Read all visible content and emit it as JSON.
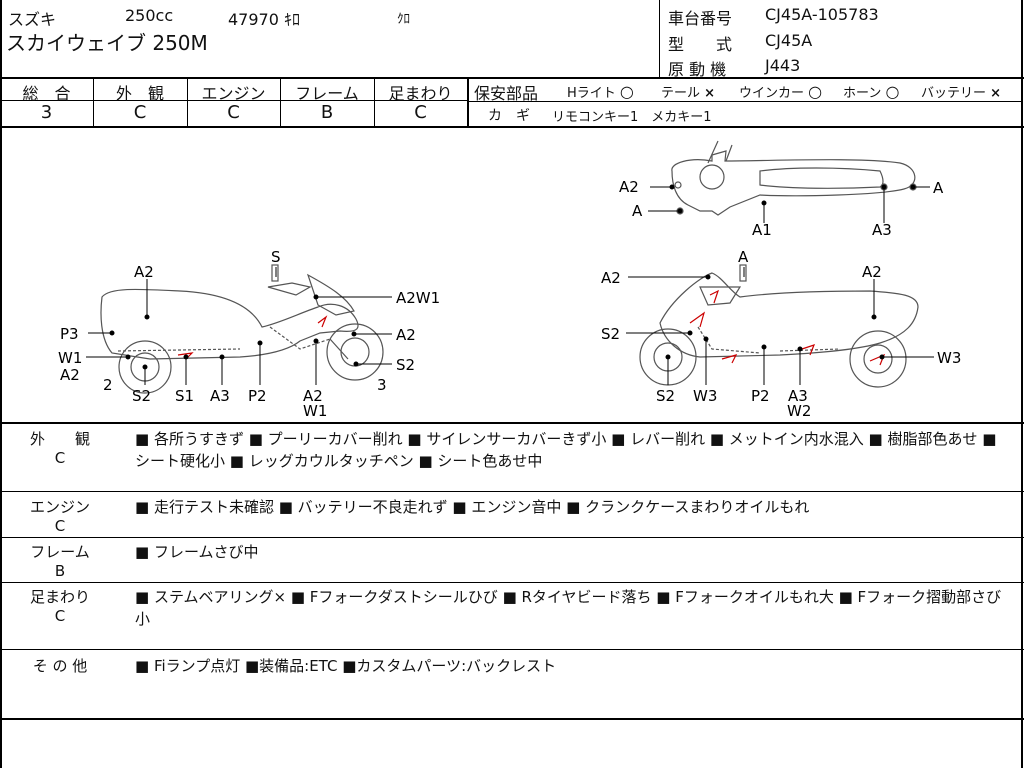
{
  "header": {
    "maker": "スズキ",
    "displacement": "250cc",
    "mileage": "47970 ｷﾛ",
    "color": "ｸﾛ",
    "model_name": "スカイウェイブ 250M",
    "frame_label": "車台番号",
    "frame_value": "CJ45A-105783",
    "type_label": "型　　式",
    "type_value": "CJ45A",
    "engine_label": "原 動 機",
    "engine_value": "J443"
  },
  "grades": {
    "headers": [
      "総　合",
      "外　観",
      "エンジン",
      "フレーム",
      "足まわり"
    ],
    "values": [
      "3",
      "C",
      "C",
      "B",
      "C"
    ]
  },
  "safety": {
    "label": "保安部品",
    "items": [
      {
        "name": "Hライト",
        "mark": "○"
      },
      {
        "name": "テール",
        "mark": "×"
      },
      {
        "name": "ウインカー",
        "mark": "○"
      },
      {
        "name": "ホーン",
        "mark": "○"
      },
      {
        "name": "バッテリー",
        "mark": "×"
      }
    ],
    "key_label": "カ　ギ",
    "key_value": "リモコンキー1　メカキー1"
  },
  "diagram_labels": {
    "top": [
      "A2",
      "A",
      "A1",
      "A3",
      "A"
    ],
    "left": [
      "A2",
      "S",
      "A2W1",
      "P3",
      "A2",
      "W1",
      "A2",
      "S2",
      "2",
      "3",
      "S2",
      "S1",
      "A3",
      "P2",
      "A2",
      "W1"
    ],
    "right": [
      "A",
      "A2",
      "A2",
      "S2",
      "W3",
      "S2",
      "W3",
      "P2",
      "A3",
      "W2"
    ]
  },
  "sections": [
    {
      "title": "外　　観",
      "grade": "C",
      "text": "■ 各所うすきず ■ プーリーカバー削れ ■ サイレンサーカバーきず小 ■ レバー削れ ■ メットイン内水混入 ■ 樹脂部色あせ ■ シート硬化小 ■ レッグカウルタッチペン ■ シート色あせ中"
    },
    {
      "title": "エンジン",
      "grade": "C",
      "text": "■ 走行テスト未確認 ■ バッテリー不良走れず ■ エンジン音中 ■ クランクケースまわりオイルもれ"
    },
    {
      "title": "フレーム",
      "grade": "B",
      "text": "■ フレームさび中"
    },
    {
      "title": "足まわり",
      "grade": "C",
      "text": "■ ステムベアリング× ■ Fフォークダストシールひび ■ Rタイヤビード落ち ■ Fフォークオイルもれ大 ■ Fフォーク摺動部さび小"
    },
    {
      "title": "そ の 他",
      "grade": "",
      "text": "■ Fiランプ点灯 ■装備品:ETC ■カスタムパーツ:バックレスト"
    }
  ]
}
